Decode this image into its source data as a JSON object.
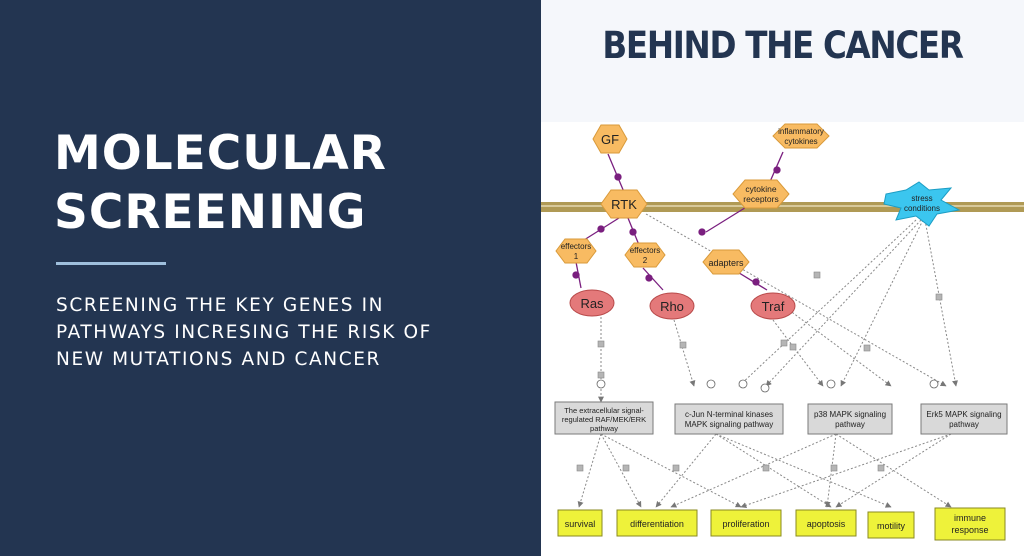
{
  "left": {
    "headline_line1": "MOLECULAR",
    "headline_line2": "SCREENING",
    "subtext_line1": "SCREENING THE KEY GENES IN",
    "subtext_line2": "PATHWAYS INCRESING THE RISK OF",
    "subtext_line3": "NEW MUTATIONS AND CANCER"
  },
  "right": {
    "title": "BEHIND THE CANCER"
  },
  "diagram": {
    "inputs": {
      "gf": "GF",
      "inflammatory_1": "inflammatory",
      "inflammatory_2": "cytokines",
      "stress_1": "stress",
      "stress_2": "conditions"
    },
    "receptors": {
      "rtk": "RTK",
      "cytokine_1": "cytokine",
      "cytokine_2": "receptors"
    },
    "adaptors": {
      "eff1_1": "effectors",
      "eff1_2": "1",
      "eff2_1": "effectors",
      "eff2_2": "2",
      "adapters": "adapters"
    },
    "gtpases": {
      "ras": "Ras",
      "rho": "Rho",
      "traf": "Traf"
    },
    "pathways": {
      "erk_1": "The extracellular signal-",
      "erk_2": "regulated RAF/MEK/ERK",
      "erk_3": "pathway",
      "jnk_1": "c-Jun N-terminal kinases",
      "jnk_2": "MAPK signaling pathway",
      "p38_1": "p38 MAPK signaling",
      "p38_2": "pathway",
      "erk5_1": "Erk5 MAPK signaling",
      "erk5_2": "pathway"
    },
    "outcomes": {
      "survival": "survival",
      "differentiation": "differentiation",
      "proliferation": "proliferation",
      "apoptosis": "apoptosis",
      "motility": "motility",
      "immune_1": "immune",
      "immune_2": "response"
    },
    "colors": {
      "node_orange": "#f8bb62",
      "gtpase_red": "#e4797a",
      "pathway_grey": "#d9d9d9",
      "outcome_yellow": "#eef23a",
      "membrane": "#b09a55",
      "stress_blue": "#3bc6ef",
      "link_purple": "#7a1f7f"
    }
  }
}
